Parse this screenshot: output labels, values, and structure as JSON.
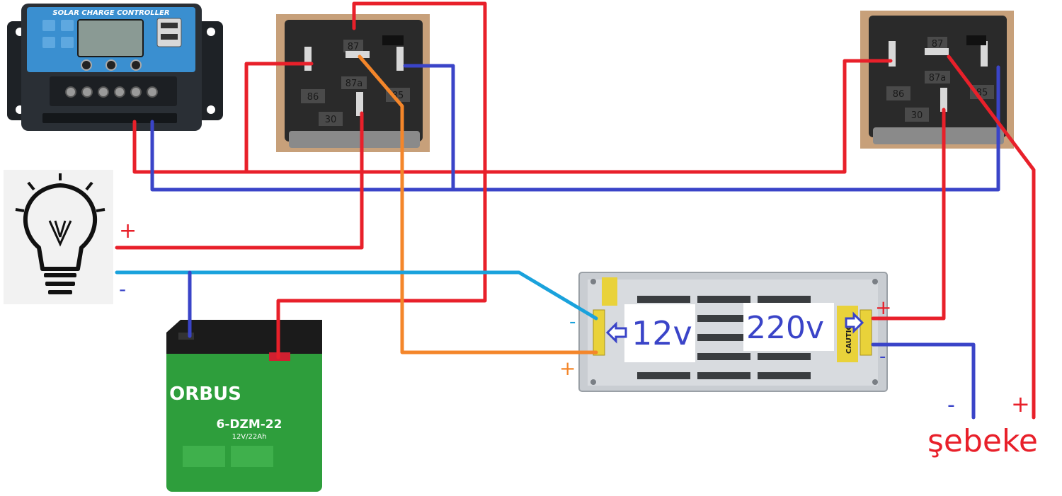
{
  "controller": {
    "title": "SOLAR CHARGE CONTROLLER"
  },
  "relay_left": {
    "pins": {
      "p87": "87",
      "p87a": "87a",
      "p86": "86",
      "p85": "85",
      "p30": "30"
    }
  },
  "relay_right": {
    "pins": {
      "p87": "87",
      "p87a": "87a",
      "p86": "86",
      "p85": "85",
      "p30": "30"
    }
  },
  "lamp": {
    "plus": "+",
    "minus": "-"
  },
  "battery": {
    "brand": "ORBUS",
    "model": "6-DZM-22",
    "rating": "12V/22Ah"
  },
  "psu": {
    "out_label": "12v",
    "in_label": "220v",
    "minus_left": "-",
    "plus_left": "+",
    "plus_right": "+",
    "minus_right": "-",
    "caution": "CAUTION"
  },
  "mains": {
    "label": "şebeke",
    "minus": "-",
    "plus": "+"
  },
  "colors": {
    "red_wire": "#e8202a",
    "blue_wire": "#3a44c8",
    "light_blue_wire": "#1aa2dc",
    "orange_wire": "#f4862a",
    "battery_green": "#2e9e3c",
    "controller_blue": "#3a8fd0"
  }
}
